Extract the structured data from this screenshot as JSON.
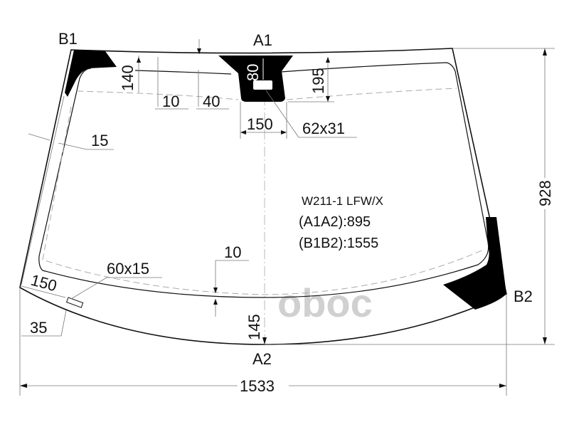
{
  "points": {
    "b1": "B1",
    "a1": "A1",
    "a2": "A2",
    "b2": "B2"
  },
  "dimensions": {
    "d140": "140",
    "d10_top": "10",
    "d40": "40",
    "d80": "80",
    "d195": "195",
    "d150_top": "150",
    "sensor": "62x31",
    "d15": "15",
    "d10_bottom": "10",
    "vin": "60x15",
    "d150_side": "150",
    "d35": "35",
    "d145": "145",
    "height": "928",
    "width": "1533"
  },
  "info": {
    "model": "W211-1 LFW/X",
    "a1a2": "(A1A2):895",
    "b1b2": "(B1B2):1555"
  },
  "watermark": "oboc",
  "colors": {
    "print": "#000000",
    "lines": "#111111"
  }
}
